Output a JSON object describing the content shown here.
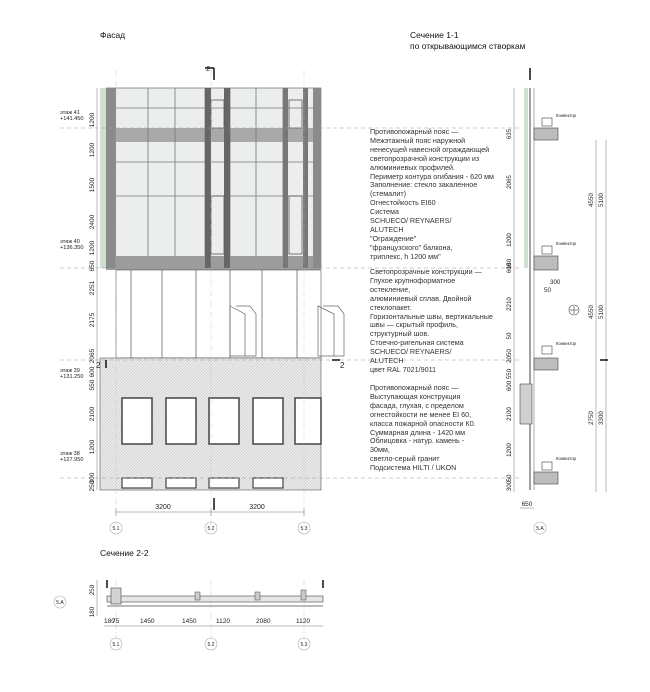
{
  "titles": {
    "facade": "Фасад",
    "section11_line1": "Сечение 1-1",
    "section11_line2": "по открывающимся створкам",
    "section22": "Сечение 2-2"
  },
  "levels": [
    {
      "name": "этаж 41",
      "mark": "+141.450"
    },
    {
      "name": "этаж 40",
      "mark": "+136.350"
    },
    {
      "name": "этаж 39",
      "mark": "+131.250"
    },
    {
      "name": "этаж 38",
      "mark": "+127.950"
    }
  ],
  "left_dims": [
    "1200",
    "1200",
    "1500",
    "2400",
    "1200",
    "650",
    "2251",
    "2175",
    "2065",
    "600",
    "550",
    "2100",
    "1200",
    "300",
    "250"
  ],
  "facade_bottom_dims": [
    "3200",
    "3200"
  ],
  "axis_labels": [
    "5.1",
    "5.2",
    "5.3"
  ],
  "section_cut_label": "2",
  "notes": {
    "note1": [
      "Противопожарный пояс —",
      "Межэтажный пояс наружной",
      "ненесущей навесной ограждающей",
      "светопрозрачной конструкции из",
      "алюминиевых профилей.",
      "Периметр контура огибания - 620 мм",
      "Заполнение: стекло закаленное",
      "(стемалит)",
      "Огнестойкость EI60",
      "Система",
      "SCHUECO/ REYNAERS/",
      "ALUTECH",
      "\"Ограждение\"",
      "\"французского\" балкона,",
      "триплекс, h 1200 мм\""
    ],
    "note2": [
      "Светопрозрачные конструкции —",
      "Глухое крупноформатное",
      "остекление,",
      "алюминиевый сплав. Двойной",
      "стеклопакет.",
      "Горизонтальные швы, вертикальные",
      "швы — скрытый профиль,",
      "структурный шов.",
      "Стоечно-ригельная система",
      "SCHUECO/ REYNAERS/",
      "ALUTECH",
      "цвет RAL 7021/9011"
    ],
    "note3": [
      "Противопожарный пояс —",
      "Выступающая конструкция",
      "фасада, глухая, с пределом",
      "огнестойкости не менее EI 60,",
      "класса пожарной опасности К0.",
      "Суммарная длина - 1420 мм",
      "Облицовка - натур. камень -",
      "30мм,",
      "светло-серый гранит",
      "Подсистема HILTI / UKON"
    ]
  },
  "section11": {
    "dims_a": [
      "635",
      "2065",
      "1200",
      "160",
      "600",
      "2210",
      "50",
      "2050",
      "550",
      "600",
      "2100",
      "1200",
      "50",
      "300"
    ],
    "dims_b": [
      "4550",
      "5100",
      "4550",
      "5100",
      "2750",
      "3300"
    ],
    "dims_c": [
      "300",
      "50"
    ],
    "bottom_dim": "650",
    "convector": "Конвектор",
    "axis": "5.А"
  },
  "section22": {
    "left_dims": [
      "250",
      "180"
    ],
    "bottom_dims": [
      "180",
      "75",
      "1450",
      "1450",
      "1120",
      "2080",
      "1120"
    ],
    "axis_left": "5.А",
    "axis_bottom": [
      "5.1",
      "5.2",
      "5.3"
    ]
  }
}
